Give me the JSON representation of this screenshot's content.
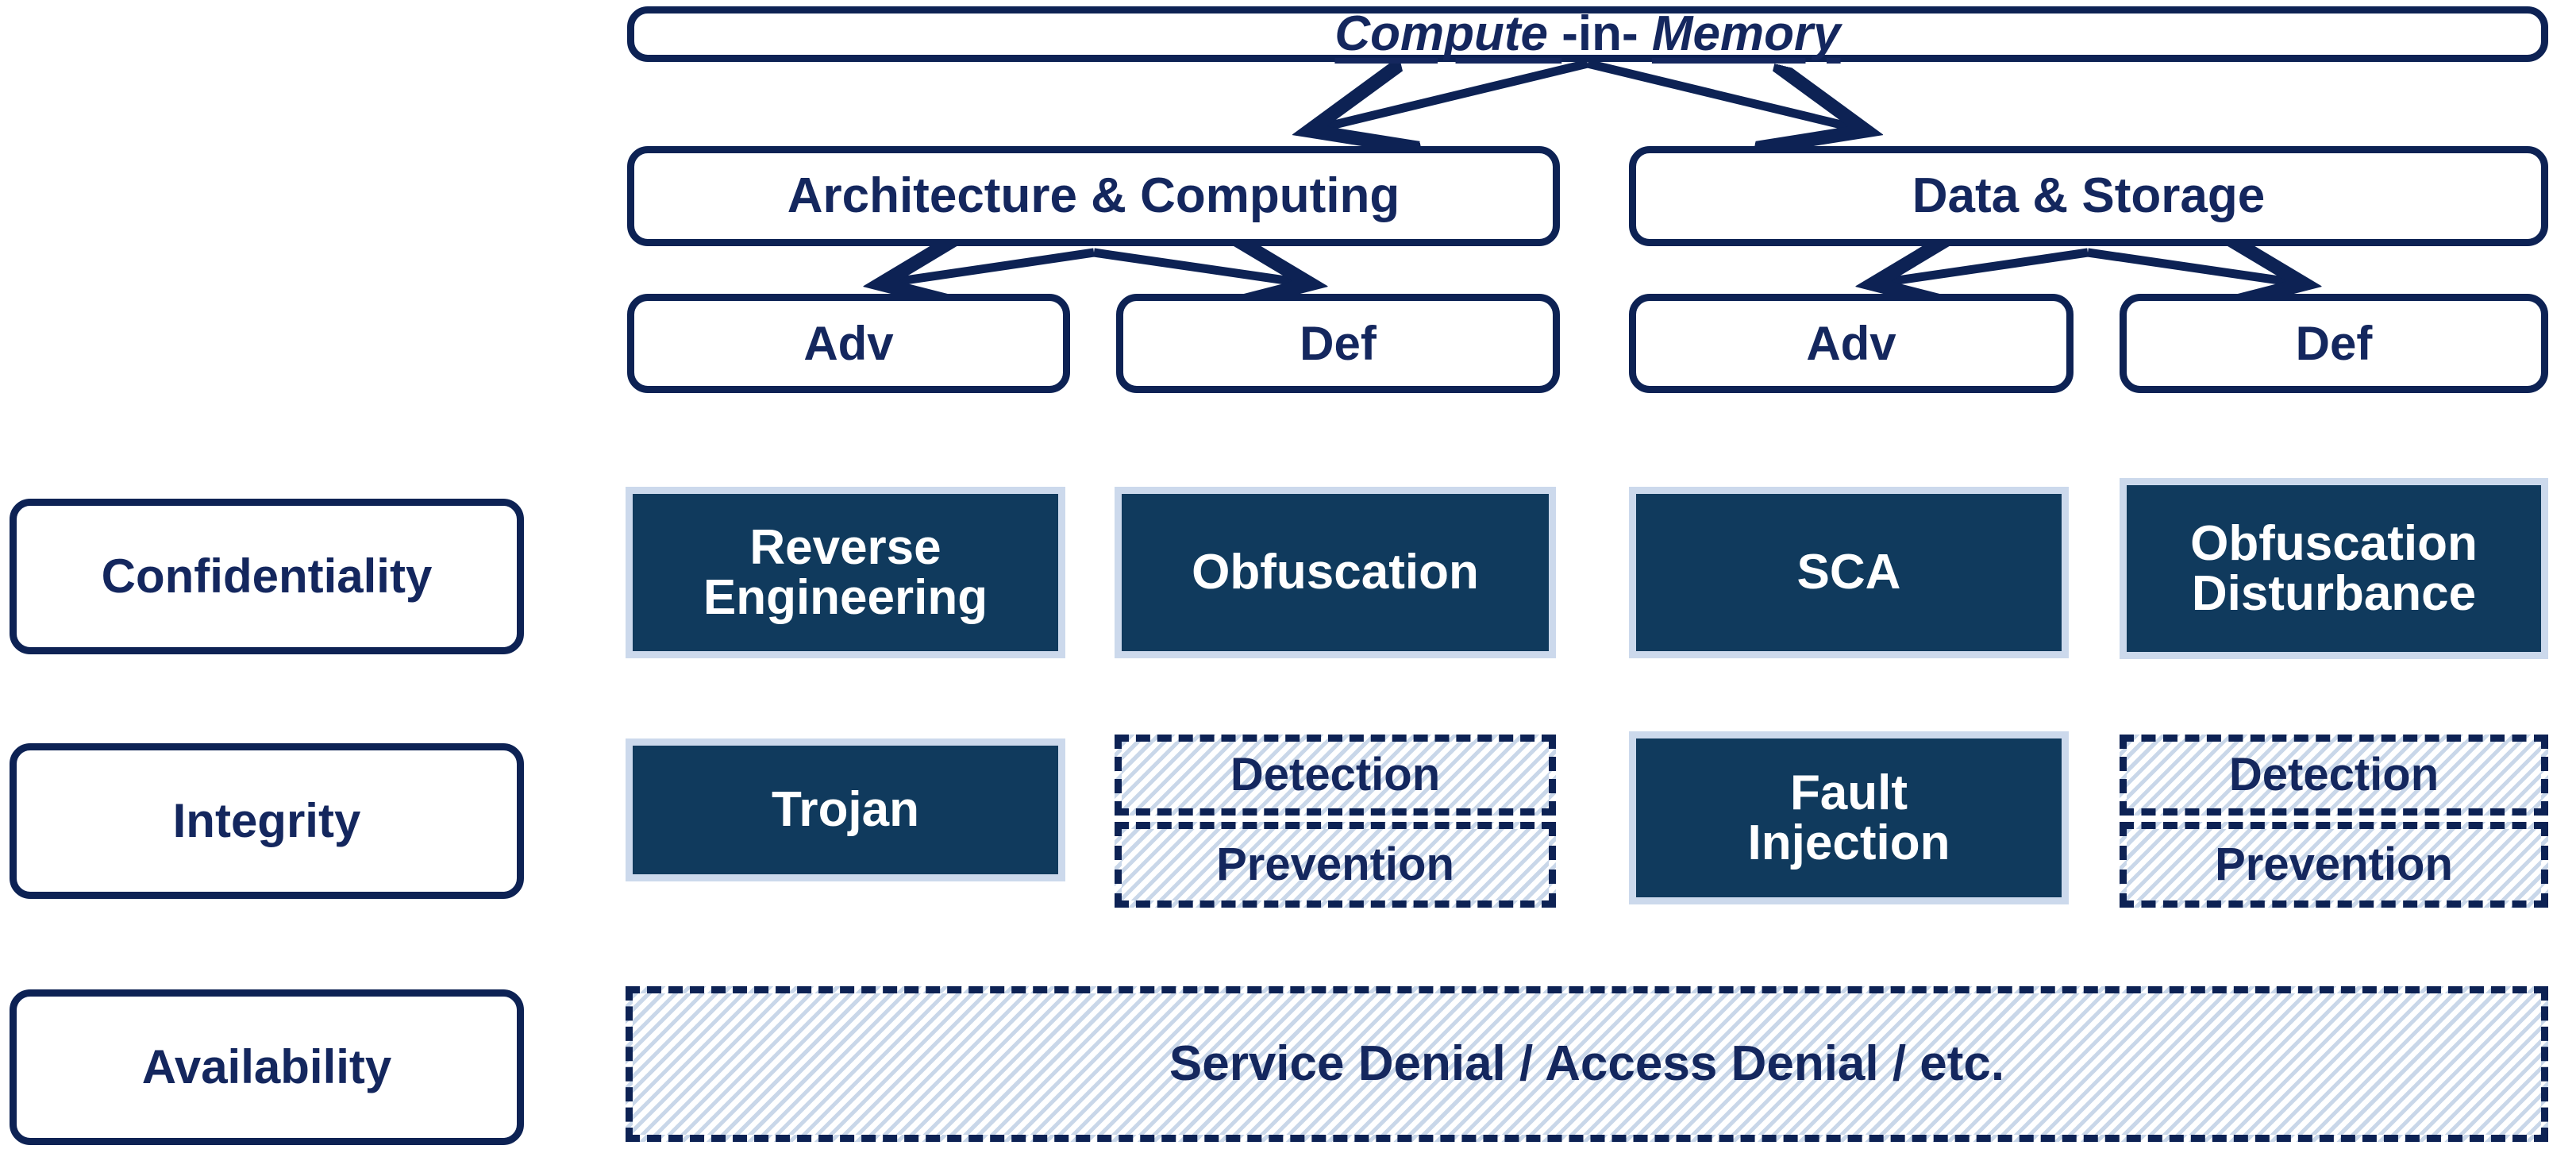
{
  "title": {
    "part1": "Compute ",
    "part2": "-in- ",
    "part3": "Memory"
  },
  "tree": {
    "branches": [
      {
        "label": "Architecture & Computing"
      },
      {
        "label": "Data & Storage"
      }
    ],
    "leaves": [
      {
        "label": "Adv"
      },
      {
        "label": "Def"
      },
      {
        "label": "Adv"
      },
      {
        "label": "Def"
      }
    ]
  },
  "row_labels": [
    {
      "label": "Confidentiality"
    },
    {
      "label": "Integrity"
    },
    {
      "label": "Availability"
    }
  ],
  "matrix": {
    "confidentiality": [
      {
        "label": "Reverse\nEngineering",
        "line1": "Reverse",
        "line2": "Engineering",
        "style": "solid"
      },
      {
        "label": "Obfuscation",
        "line1": "Obfuscation",
        "line2": "",
        "style": "solid"
      },
      {
        "label": "SCA",
        "line1": "SCA",
        "line2": "",
        "style": "solid"
      },
      {
        "label": "Obfuscation\nDisturbance",
        "line1": "Obfuscation",
        "line2": "Disturbance",
        "style": "solid"
      }
    ],
    "integrity": [
      {
        "label": "Trojan",
        "line1": "Trojan",
        "line2": "",
        "style": "solid"
      },
      {
        "detection": "Detection",
        "prevention": "Prevention",
        "style": "dashed-split"
      },
      {
        "label": "Fault\nInjection",
        "line1": "Fault",
        "line2": "Injection",
        "style": "solid"
      },
      {
        "detection": "Detection",
        "prevention": "Prevention",
        "style": "dashed-split"
      }
    ],
    "availability": {
      "label": "Service Denial / Access Denial / etc.",
      "style": "dashed-hatched"
    }
  },
  "colors": {
    "stroke": "#0d2254",
    "fill_dark": "#103a5d",
    "fill_border_light": "#ccd9ec",
    "hatch": "#c9d7e9",
    "text_dark": "#14275e",
    "text_light": "#ffffff",
    "background": "#ffffff"
  }
}
